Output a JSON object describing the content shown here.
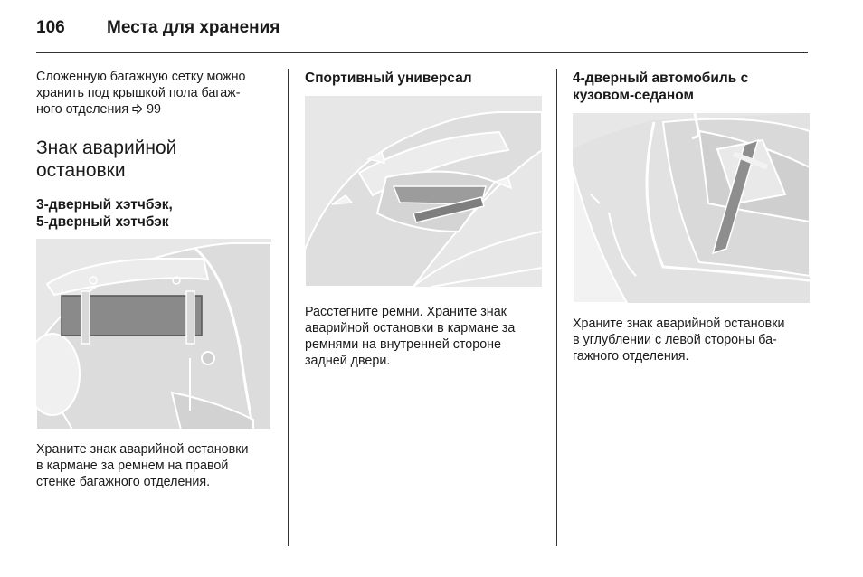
{
  "header": {
    "page_number": "106",
    "title": "Места для хранения"
  },
  "column1": {
    "intro_text": "Сложенную багажную сетку можно хранить под крышкой пола багаж-ного отделения ⇨ 99.",
    "intro_lines": [
      "Сложенную багажную сетку можно",
      "хранить под крышкой пола багаж-",
      "ного отделения"
    ],
    "intro_ref": "99",
    "section_heading_lines": [
      "Знак аварийной",
      "остановки"
    ],
    "subheading_lines": [
      "3-дверный хэтчбэк,",
      "5-дверный хэтчбэк"
    ],
    "caption_lines": [
      "Храните знак аварийной остановки",
      "в кармане за ремнем на правой",
      "стенке багажного отделения."
    ]
  },
  "column2": {
    "subheading": "Спортивный универсал",
    "caption_lines": [
      "Расстегните ремни. Храните знак",
      "аварийной остановки в кармане за",
      "ремнями на внутренней стороне",
      "задней двери."
    ]
  },
  "column3": {
    "subheading_lines": [
      "4-дверный автомобиль с",
      "кузовом-седаном"
    ],
    "caption_lines": [
      "Храните знак аварийной остановки",
      "в углублении с левой стороны ба-",
      "гажного отделения."
    ]
  },
  "icons": {
    "reference": "reference-arrow-icon"
  }
}
